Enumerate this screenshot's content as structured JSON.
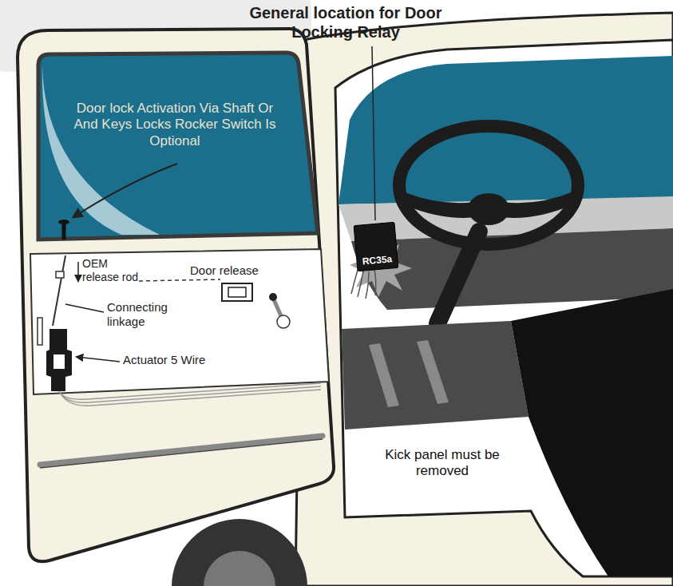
{
  "diagram": {
    "nodes": [
      {
        "text": [
          "RC35a"
        ]
      }
    ],
    "labels": [
      "General location for Door Locking Relay",
      "Door lock Activation Via Shaft Or And Keys Locks Rocker Switch Is Optional",
      "OEM release rod",
      "Door release",
      "Connecting linkage",
      "Actuator 5 Wire",
      "Kick panel must be removed"
    ]
  }
}
